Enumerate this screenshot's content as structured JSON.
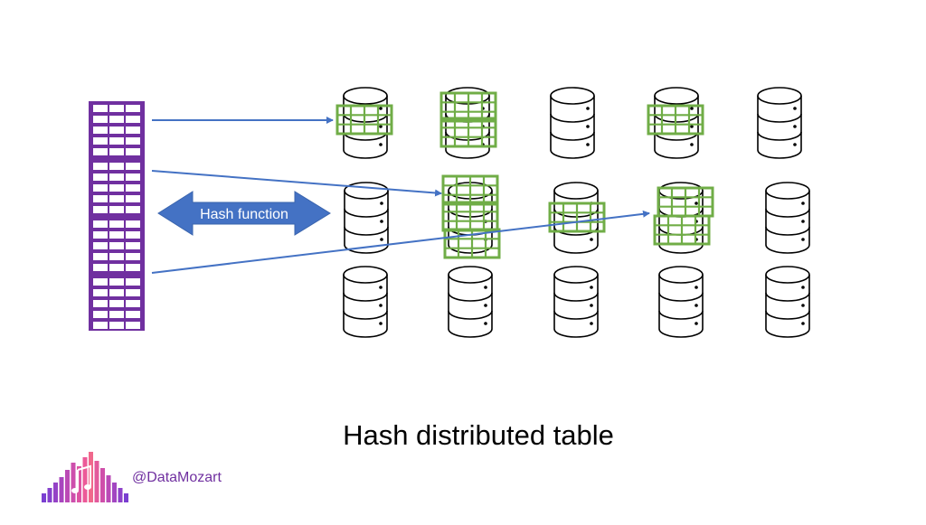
{
  "diagram": {
    "caption": "Hash distributed table",
    "arrow_label": "Hash function",
    "source_table_name": "source-table",
    "database_icon_name": "database-icon",
    "distribution_note": "Rows from the source table are distributed across a 3x5 grid of databases"
  },
  "branding": {
    "handle": "@DataMozart",
    "logo_icon": "equalizer-music-logo-icon"
  },
  "colors": {
    "table": "#7030A0",
    "arrow": "#4472C4",
    "shard": "#70AD47",
    "database": "#000000",
    "caption": "#000000",
    "handle": "#7030A0"
  }
}
